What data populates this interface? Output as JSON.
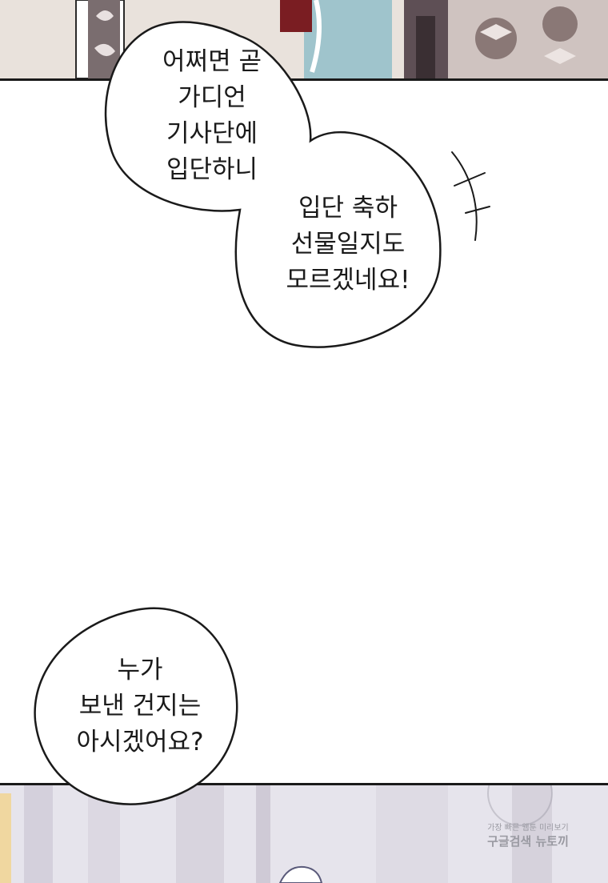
{
  "bubbles": [
    {
      "lines": [
        "어쩌면 곧",
        "가디언",
        "기사단에",
        "입단하니"
      ]
    },
    {
      "lines": [
        "입단 축하",
        "선물일지도",
        "모르겠네요!"
      ]
    },
    {
      "lines": [
        "누가",
        "보낸 건지는",
        "아시겠어요?"
      ]
    }
  ],
  "watermark": {
    "line1": "가장 빠른 웹툰 미리보기",
    "line2": "구글검색 뉴토끼"
  },
  "colors": {
    "ink": "#1a1a1a",
    "background": "#ffffff",
    "top_panel": "#e9e2dc",
    "bottom_panel": "#e6e4ec"
  }
}
